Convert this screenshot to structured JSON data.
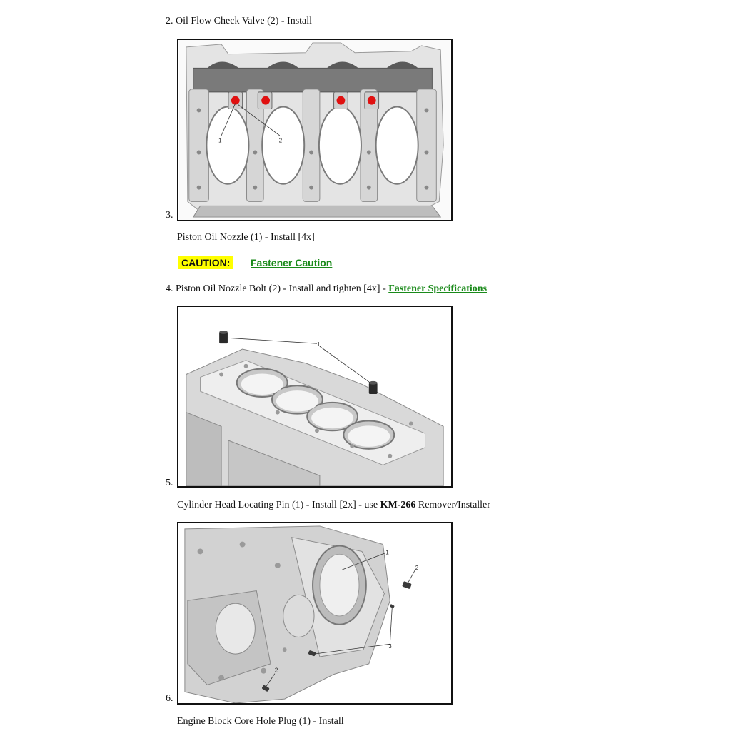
{
  "steps": {
    "s2": {
      "num": "2.",
      "text": "Oil Flow Check Valve (2) - Install"
    },
    "s3": {
      "num": "3.",
      "text": "Piston Oil Nozzle (1) - Install [4x]"
    },
    "caution": {
      "label": "CAUTION:",
      "link": "Fastener Caution"
    },
    "s4": {
      "num": "4.",
      "text": "Piston Oil Nozzle Bolt (2) - Install and tighten [4x] - ",
      "link": "Fastener Specifications"
    },
    "s5": {
      "num": "5.",
      "pre": "Cylinder Head Locating Pin (1) - Install [2x] - use ",
      "tool": "KM-266",
      "post": " Remover/Installer"
    },
    "s6": {
      "num": "6.",
      "text": "Engine Block Core Hole Plug (1) - Install"
    }
  },
  "figures": {
    "fig1": {
      "callouts": [
        "1",
        "2"
      ],
      "highlight_color": "#e01010"
    },
    "fig2": {
      "callouts": [
        "1"
      ]
    },
    "fig3": {
      "callouts": [
        "1",
        "2",
        "3",
        "2"
      ]
    }
  },
  "colors": {
    "link": "#1a8a1a",
    "caution_bg": "#ffff00"
  }
}
